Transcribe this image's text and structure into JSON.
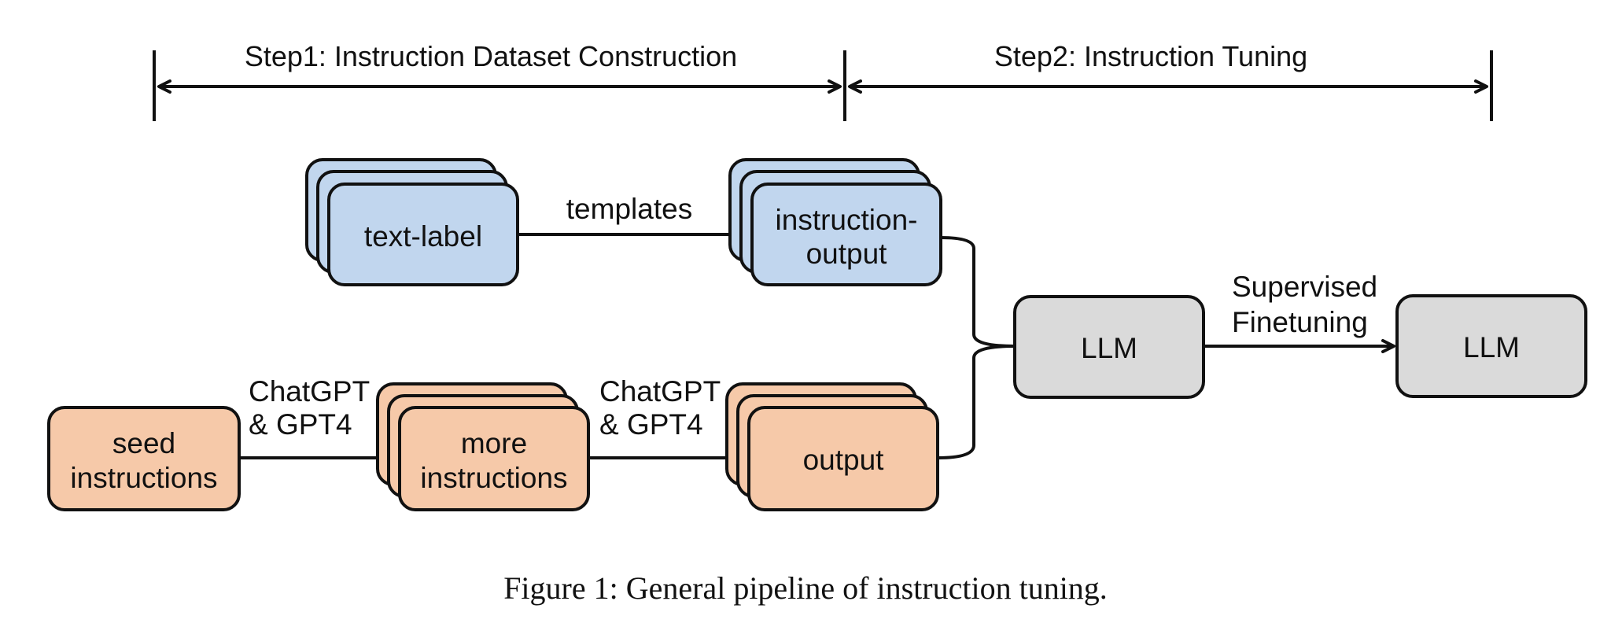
{
  "steps": {
    "step1": "Step1: Instruction Dataset Construction",
    "step2": "Step2: Instruction Tuning"
  },
  "nodes": {
    "text_label": {
      "lines": [
        "text-label"
      ]
    },
    "instruction_output": {
      "lines": [
        "instruction-",
        "output"
      ]
    },
    "seed_instructions": {
      "lines": [
        "seed",
        "instructions"
      ]
    },
    "more_instructions": {
      "lines": [
        "more",
        "instructions"
      ]
    },
    "output": {
      "lines": [
        "output"
      ]
    },
    "llm_base": {
      "lines": [
        "LLM"
      ]
    },
    "llm_tuned": {
      "lines": [
        "LLM"
      ]
    }
  },
  "edges": {
    "templates": [
      "templates"
    ],
    "chatgpt_1": [
      "ChatGPT",
      "& GPT4"
    ],
    "chatgpt_2": [
      "ChatGPT",
      "& GPT4"
    ],
    "supervised": [
      "Supervised",
      "Finetuning"
    ]
  },
  "caption": "Figure 1: General pipeline of instruction tuning.",
  "colors": {
    "blue_fill": "#c1d6ee",
    "orange_fill": "#f6c9a9",
    "gray_fill": "#dadada",
    "stroke": "#111111"
  }
}
